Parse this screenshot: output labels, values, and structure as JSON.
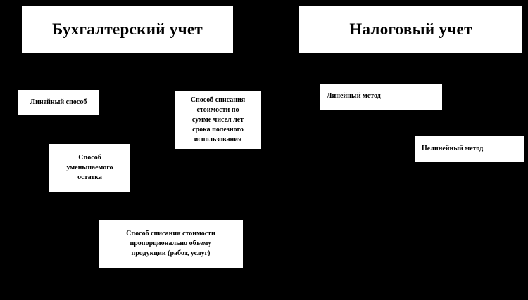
{
  "diagram": {
    "background_color": "#000000",
    "box_fill_color": "#ffffff",
    "text_color": "#000000",
    "columns": [
      {
        "id": "accounting",
        "header": "Бухгалтерский учет",
        "methods": [
          "Линейный способ",
          "Способ уменьшаемого остатка",
          "Способ списания стоимости по сумме чисел лет срока полезного использования",
          "Способ списания  стоимости пропорционально  объему продукции  (работ, услуг)"
        ]
      },
      {
        "id": "tax",
        "header": "Налоговый учет",
        "methods": [
          "Линейный метод",
          "Нелинейный метод"
        ]
      }
    ],
    "lines": {
      "sum_of_years": [
        "Способ списания",
        "стоимости по",
        "сумме чисел лет",
        "срока полезного",
        "использования"
      ],
      "declining_balance": [
        "Способ",
        "уменьшаемого",
        "остатка"
      ],
      "units_of_production": [
        "Способ списания  стоимости",
        "пропорционально  объему",
        "продукции  (работ, услуг)"
      ]
    }
  }
}
